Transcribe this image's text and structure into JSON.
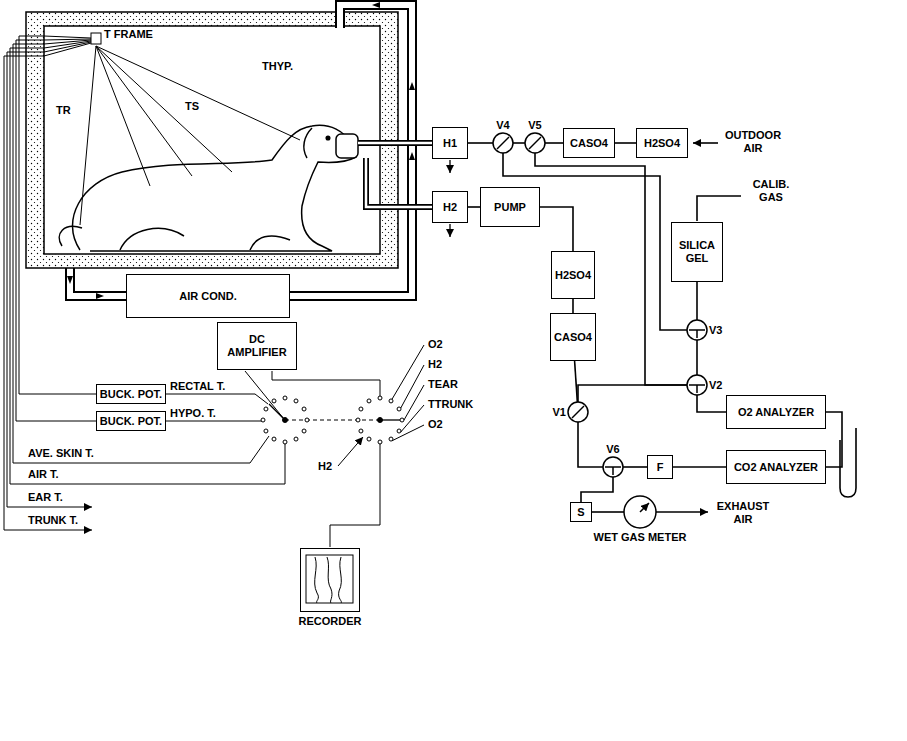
{
  "diagram": {
    "nodes": [
      {
        "text": [
          "H1"
        ]
      },
      {
        "text": [
          "V4"
        ]
      },
      {
        "text": [
          "V5"
        ]
      },
      {
        "text": [
          "CASO4"
        ]
      },
      {
        "text": [
          "H2SO4"
        ]
      },
      {
        "text": [
          "H2"
        ]
      },
      {
        "text": [
          "PUMP"
        ]
      },
      {
        "text": [
          "H2SO4"
        ]
      },
      {
        "text": [
          "CASO4"
        ]
      },
      {
        "text": [
          "SILICA GEL"
        ]
      },
      {
        "text": [
          "V3"
        ]
      },
      {
        "text": [
          "V2"
        ]
      },
      {
        "text": [
          "O2 ANALYZER"
        ]
      },
      {
        "text": [
          "CO2 ANALYZER"
        ]
      },
      {
        "text": [
          "V1"
        ]
      },
      {
        "text": [
          "V6"
        ]
      },
      {
        "text": [
          "F"
        ]
      },
      {
        "text": [
          "S"
        ]
      },
      {
        "text": [
          "WET GAS METER"
        ]
      },
      {
        "text": [
          "AIR COND."
        ]
      },
      {
        "text": [
          "DC AMPLIFIER"
        ]
      },
      {
        "text": [
          "BUCK. POT."
        ]
      },
      {
        "text": [
          "BUCK. POT."
        ]
      },
      {
        "text": [
          "RECORDER"
        ]
      }
    ],
    "edges": [
      {
        "from": 4,
        "to": 3,
        "arrow": "none"
      },
      {
        "from": 3,
        "to": 2,
        "arrow": "none"
      },
      {
        "from": 2,
        "to": 1,
        "arrow": "none"
      },
      {
        "from": 1,
        "to": 0,
        "arrow": "none"
      },
      {
        "from": 1,
        "to": 10,
        "arrow": "none"
      },
      {
        "from": 9,
        "to": 10,
        "arrow": "none"
      },
      {
        "from": 10,
        "to": 11,
        "arrow": "none"
      },
      {
        "from": 2,
        "to": 11,
        "arrow": "none"
      },
      {
        "from": 11,
        "to": 12,
        "arrow": "none"
      },
      {
        "from": 11,
        "to": 14,
        "arrow": "none"
      },
      {
        "from": 12,
        "to": 13,
        "arrow": "none"
      },
      {
        "from": 13,
        "to": 16,
        "arrow": "none"
      },
      {
        "from": 16,
        "to": 15,
        "arrow": "none"
      },
      {
        "from": 14,
        "to": 15,
        "arrow": "none"
      },
      {
        "from": 15,
        "to": 17,
        "arrow": "none"
      },
      {
        "from": 17,
        "to": 18,
        "arrow": "none"
      },
      {
        "from": 5,
        "to": 6,
        "arrow": "none"
      },
      {
        "from": 6,
        "to": 7,
        "arrow": "none"
      },
      {
        "from": 7,
        "to": 8,
        "arrow": "none"
      },
      {
        "from": 8,
        "to": 14,
        "arrow": "none"
      }
    ],
    "labels": [
      "OUTDOOR AIR",
      "CALIB. GAS",
      "EXHAUST AIR",
      "T FRAME",
      "TR",
      "TS",
      "THYP.",
      "RECTAL T.",
      "HYPO. T.",
      "AVE. SKIN T.",
      "AIR T.",
      "EAR T.",
      "TRUNK T.",
      "O2",
      "H2",
      "TEAR",
      "TTRUNK",
      "O2",
      "H2"
    ]
  }
}
